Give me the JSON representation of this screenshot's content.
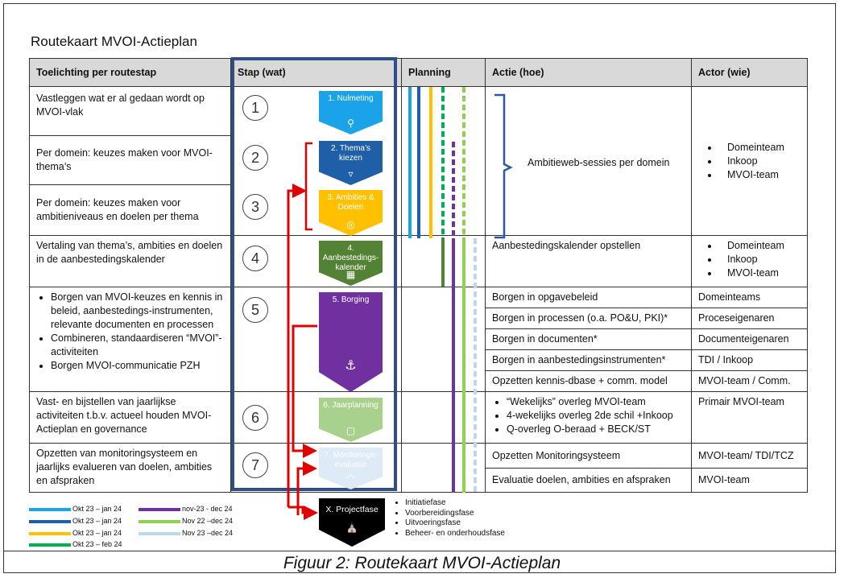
{
  "title": "Routekaart MVOI-Actieplan",
  "caption": "Figuur 2: Routekaart MVOI-Actieplan",
  "headers": {
    "toelichting": "Toelichting per routestap",
    "stap": "Stap (wat)",
    "planning": "Planning",
    "actie": "Actie (hoe)",
    "actor": "Actor (wie)"
  },
  "rows": {
    "r1": "Vastleggen wat er al gedaan wordt op MVOI-vlak",
    "r2": "Per domein: keuzes maken voor MVOI-thema’s",
    "r3": "Per domein: keuzes maken voor ambitieniveaus en doelen per thema",
    "r4": "Vertaling van thema’s, ambities en doelen in de aanbestedingskalender",
    "r5": [
      "Borgen van MVOI-keuzes en kennis in beleid, aanbestedings-instrumenten, relevante documenten en processen",
      "Combineren, standaardiseren “MVOI”-activiteiten",
      "Borgen MVOI-communicatie PZH"
    ],
    "r6": "Vast- en bijstellen van jaarlijkse activiteiten t.b.v. actueel houden MVOI-Actieplan en governance",
    "r7": "Opzetten van monitoringsysteem en jaarlijks evalueren van doelen, ambities en afspraken"
  },
  "steps": [
    "1",
    "2",
    "3",
    "4",
    "5",
    "6",
    "7"
  ],
  "phases": {
    "p1": "1. Nulmeting",
    "p2": "2. Thema’s kiezen",
    "p3": "3. Ambities & Doelen",
    "p4": "4. Aanbestedings-kalender",
    "p5": "5. Borging",
    "p6": "6. Jaarplanning",
    "p7": "7. Monitorings-evaluatie",
    "px": "X. Projectfase"
  },
  "actions": {
    "a1": "Ambitieweb-sessies per domein",
    "a4": "Aanbestedingskalender opstellen",
    "a5": [
      "Borgen in opgavebeleid",
      "Borgen in processen (o.a. PO&U, PKI)*",
      "Borgen in documenten*",
      "Borgen in aanbestedingsinstrumenten*",
      "Opzetten kennis-dbase + comm. model"
    ],
    "a6": [
      "“Wekelijks” overleg MVOI-team",
      "4-wekelijks overleg 2de schil +Inkoop",
      "Q-overleg O-beraad + BECK/ST"
    ],
    "a7": [
      "Opzetten Monitoringsysteem",
      "Evaluatie doelen, ambities en afspraken"
    ]
  },
  "actors": {
    "act1": [
      "Domeinteam",
      "Inkoop",
      "MVOI-team"
    ],
    "act4": [
      "Domeinteam",
      "Inkoop",
      "MVOI-team"
    ],
    "act5": [
      "Domeinteams",
      "Proceseigenaren",
      "Documenteigenaren",
      "TDI / Inkoop",
      "MVOI-team / Comm."
    ],
    "act6": "Primair MVOI-team",
    "act7": [
      "MVOI-team/ TDI/TCZ",
      "MVOI-team"
    ]
  },
  "legend": [
    {
      "label": "Okt 23 – jan 24",
      "color": "#1aa3e8"
    },
    {
      "label": "Okt 23 – jan 24",
      "color": "#1f5fa8"
    },
    {
      "label": "Okt 23 – jan 24",
      "color": "#ffc000"
    },
    {
      "label": "Okt 23 – feb 24",
      "color": "#00b050"
    },
    {
      "label": "nov-23 - dec 24",
      "color": "#7030a0"
    },
    {
      "label": "Nov 22 –dec 24",
      "color": "#92d050"
    },
    {
      "label": "Nov 23 –dec 24",
      "color": "#bdd7ee"
    }
  ],
  "projectfase_items": [
    "Initiatiefase",
    "Voorbereidingsfase",
    "Uitvoeringsfase",
    "Beheer- en onderhoudsfase"
  ],
  "colors": {
    "stap_border": "#2f4e87",
    "p1": "#1aa3e8",
    "p2": "#1f5fa8",
    "p3": "#ffc000",
    "p4": "#548235",
    "p5": "#7030a0",
    "p6": "#a9d18e",
    "p7": "#deebf7",
    "px": "#000000",
    "arrow": "#e00000",
    "bracket_red": "#e00000",
    "bracket_blue": "#2f55a8"
  }
}
